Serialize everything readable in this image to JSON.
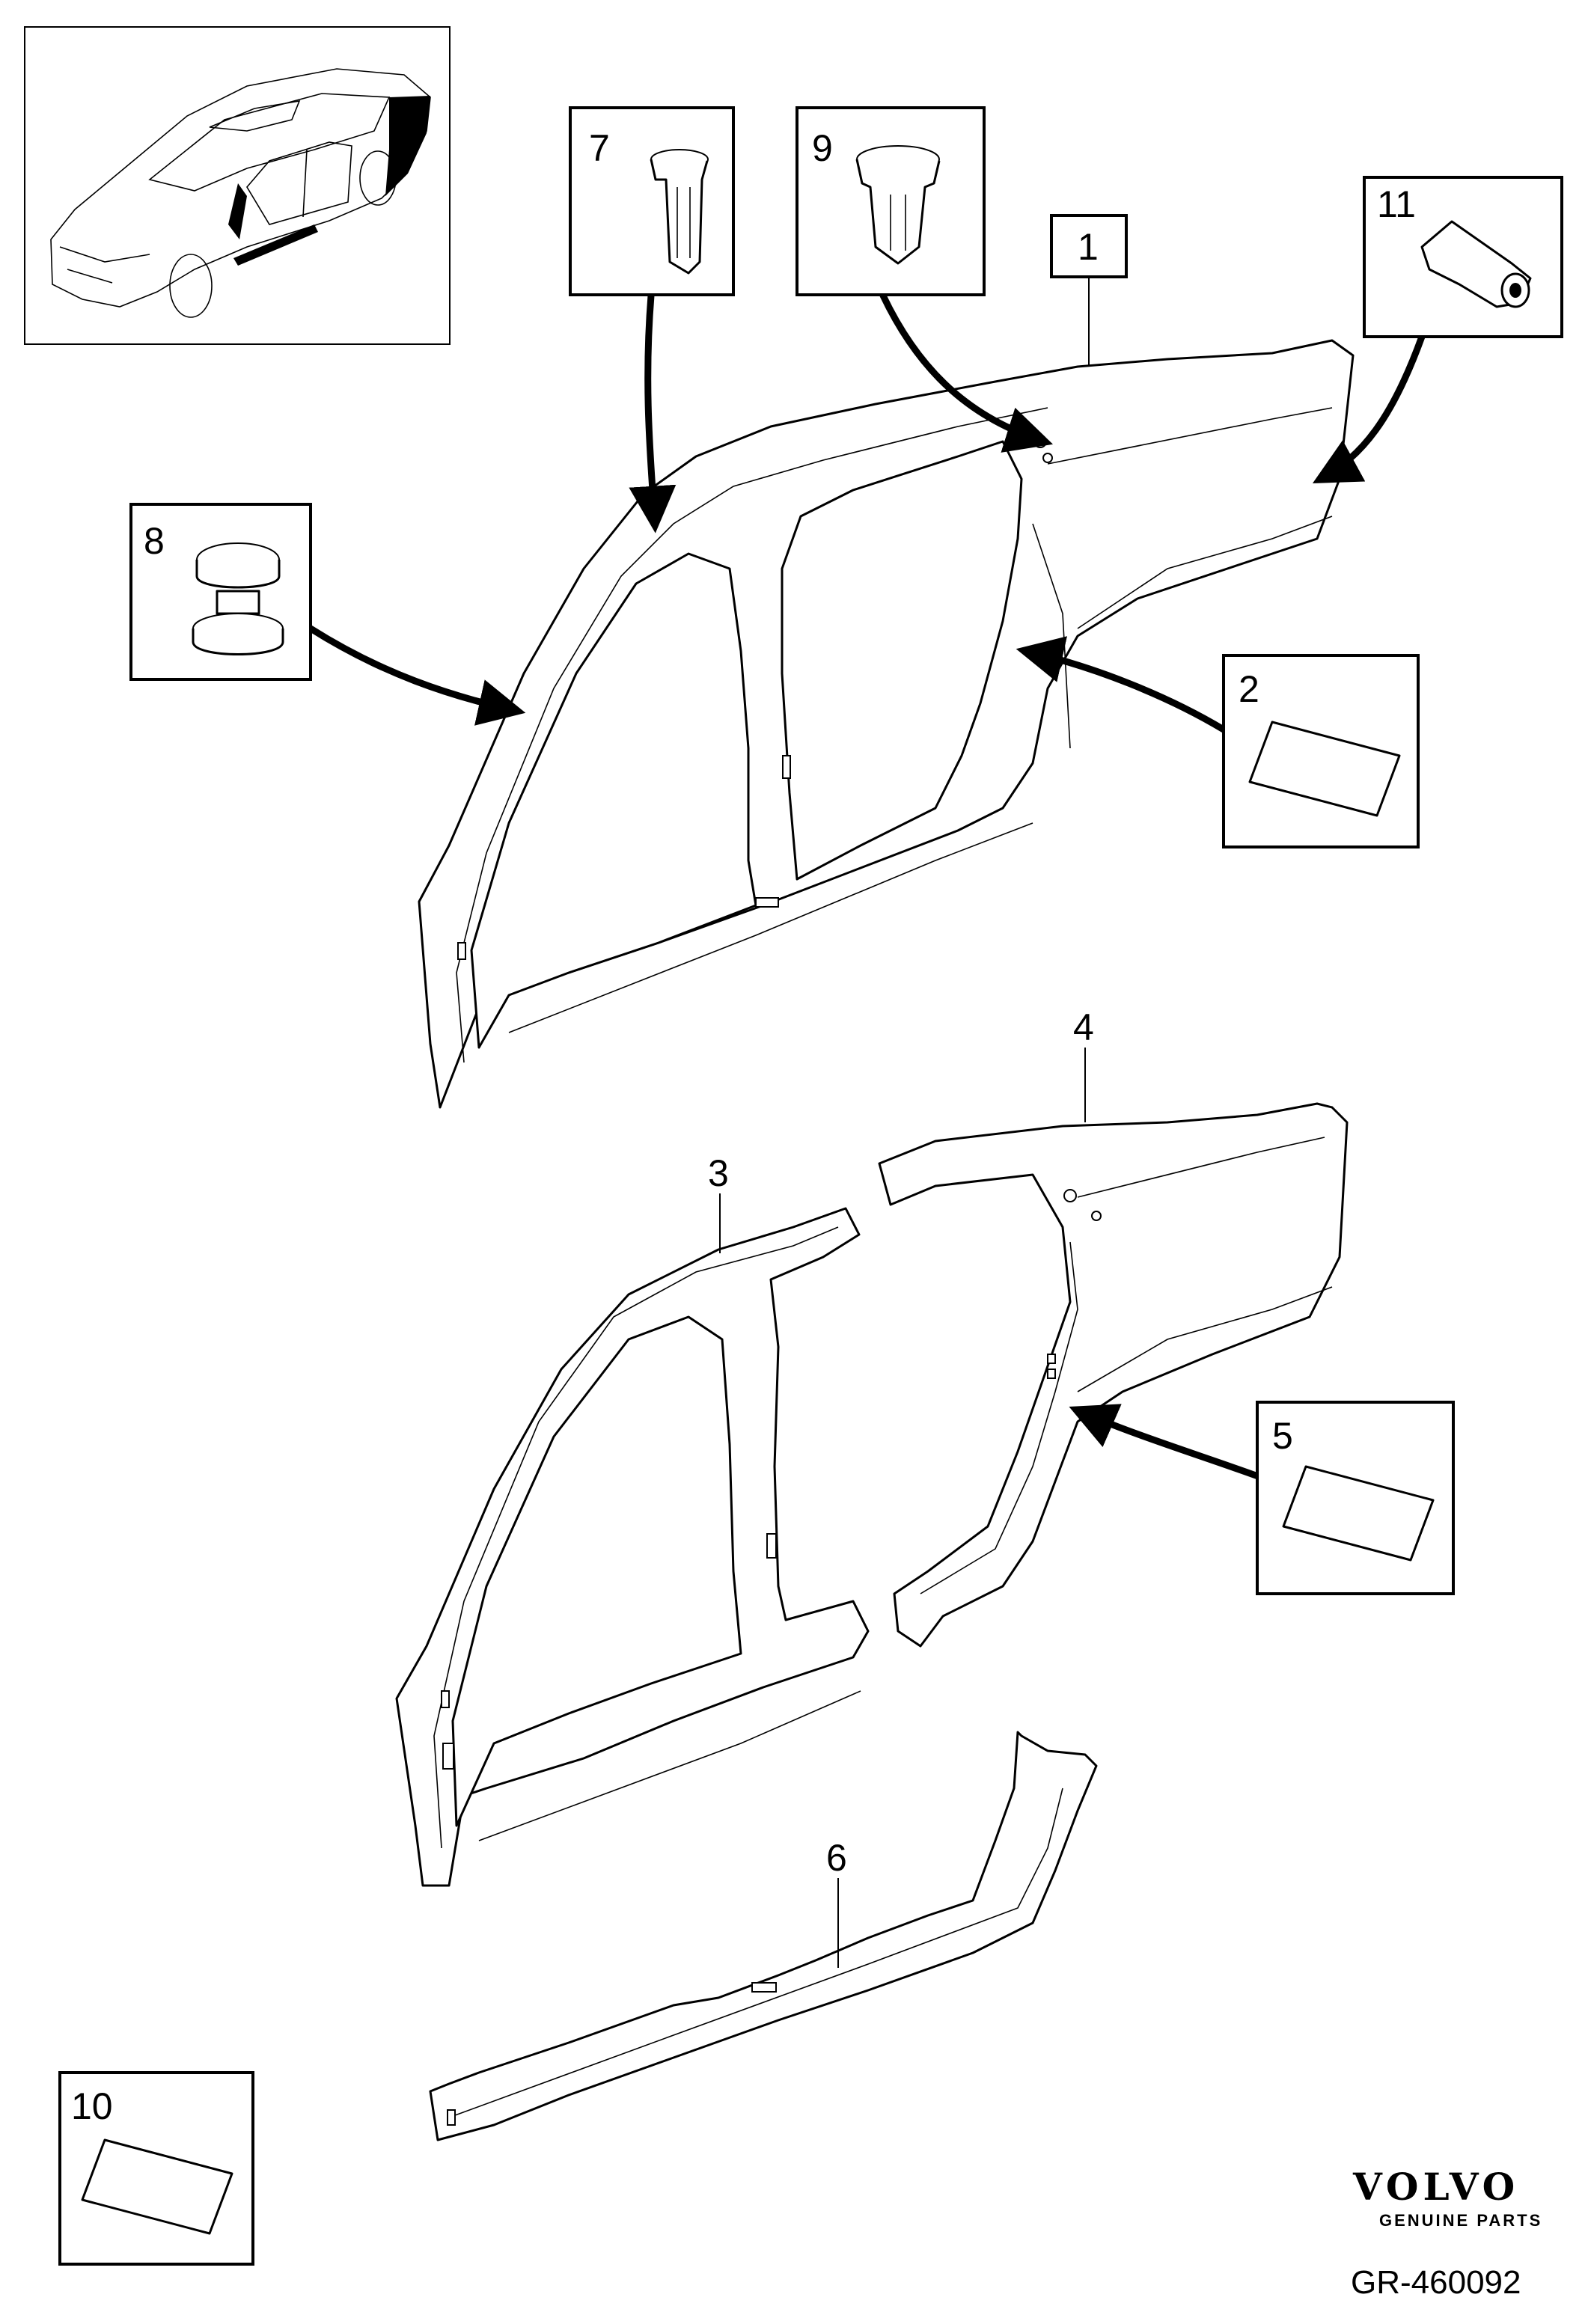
{
  "callouts": {
    "c1": "1",
    "c2": "2",
    "c3": "3",
    "c4": "4",
    "c5": "5",
    "c6": "6",
    "c7": "7",
    "c8": "8",
    "c9": "9",
    "c10": "10",
    "c11": "11"
  },
  "brand": {
    "logo": "VOLVO",
    "tagline": "GENUINE PARTS"
  },
  "diagram_code": "GR-460092"
}
